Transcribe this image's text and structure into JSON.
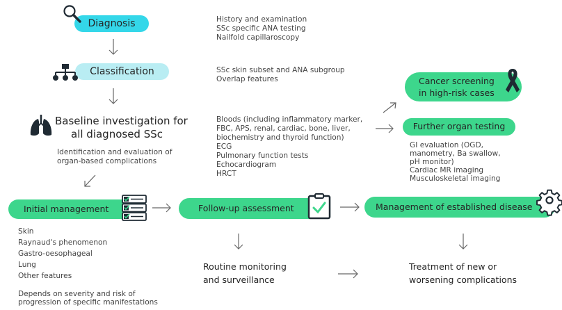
{
  "left_column": {
    "diagnosis": {
      "label": "Diagnosis",
      "details": [
        "History and examination",
        "SSc specific ANA testing",
        "Nailfold capillaroscopy"
      ]
    },
    "classification": {
      "label": "Classification",
      "details": [
        "SSc skin subset and ANA subgroup",
        "Overlap features"
      ]
    },
    "baseline": {
      "title_line1": "Baseline investigation for",
      "title_line2": "all diagnosed SSc",
      "subtitle_line1": "Identification and evaluation of",
      "subtitle_line2": "organ-based complications",
      "details": [
        "Bloods (including inflammatory marker,",
        "FBC, APS, renal, cardiac, bone, liver,",
        "biochemistry and thyroid function)",
        "ECG",
        "Pulmonary function tests",
        "Echocardiogram",
        "HRCT"
      ]
    }
  },
  "right_branch": {
    "cancer_screening": {
      "line1": "Cancer screening",
      "line2": "in high-risk cases"
    },
    "further_testing": {
      "label": "Further organ testing",
      "details": [
        "GI evaluation (OGD,",
        "manometry, Ba swallow,",
        "pH monitor)",
        "Cardiac MR imaging",
        "Musculoskeletal imaging"
      ]
    }
  },
  "bottom_row": {
    "initial_management": {
      "label": "Initial management",
      "items": [
        "Skin",
        "Raynaud's phenomenon",
        "Gastro-oesophageal",
        "Lung",
        "Other features"
      ],
      "note_line1": "Depends on severity and risk of",
      "note_line2": "progression of specific manifestations"
    },
    "follow_up": {
      "label": "Follow-up assessment",
      "sub_line1": "Routine monitoring",
      "sub_line2": "and surveillance"
    },
    "management_established": {
      "label": "Management of established disease",
      "sub_line1": "Treatment of new or",
      "sub_line2": "worsening complications"
    }
  },
  "colors": {
    "cyan": "#34d7e9",
    "light_cyan": "#b9edf3",
    "green": "#3dd68c",
    "icon_dark": "#1f2a33"
  },
  "icons": [
    "magnifier-icon",
    "hierarchy-icon",
    "lungs-icon",
    "awareness-ribbon-icon",
    "checklist-icon",
    "clipboard-check-icon",
    "gear-icon"
  ]
}
